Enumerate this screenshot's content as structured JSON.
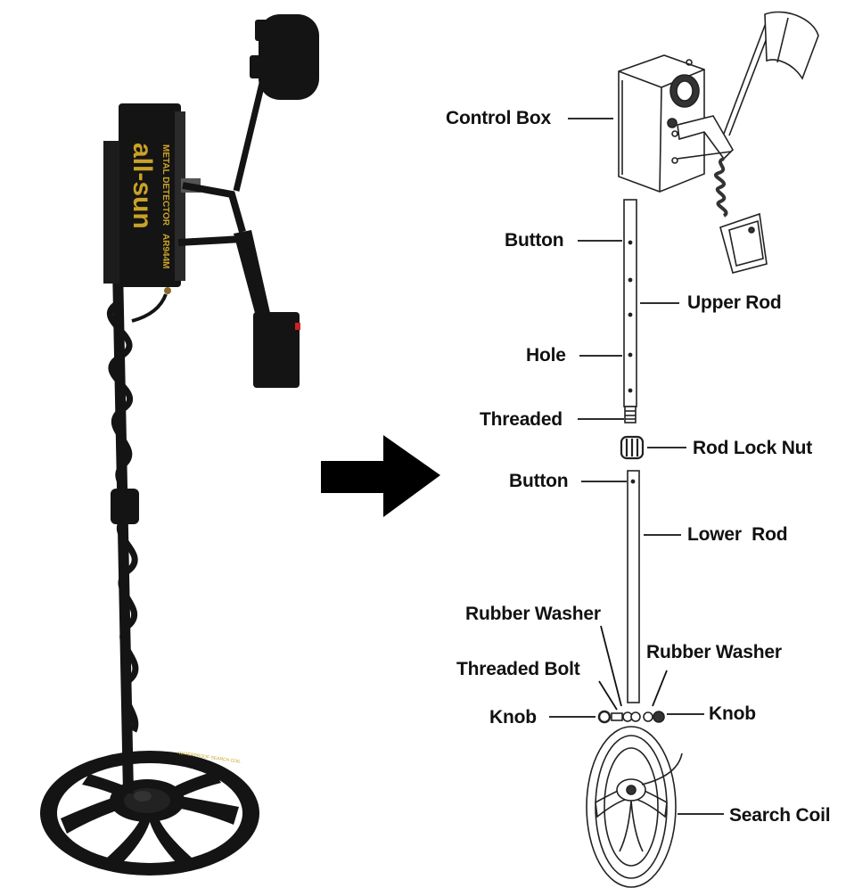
{
  "product": {
    "brand": "all-sun",
    "subtitle": "METAL DETECTOR",
    "model": "AR944M"
  },
  "coil_print": "WATERPROOF SEARCH COIL",
  "labels": {
    "control_box": "Control Box",
    "button_upper": "Button",
    "upper_rod": "Upper Rod",
    "hole": "Hole",
    "threaded": "Threaded",
    "rod_lock_nut": "Rod Lock Nut",
    "button_lower": "Button",
    "lower_rod": "Lower  Rod",
    "rubber_washer_left": "Rubber Washer",
    "rubber_washer_right": "Rubber Washer",
    "threaded_bolt": "Threaded Bolt",
    "knob_left": "Knob",
    "knob_right": "Knob",
    "search_coil": "Search Coil"
  },
  "colors": {
    "detector_body": "#141414",
    "brand_gold": "#c9a227",
    "arrow": "#000000",
    "line_art": "#222222"
  }
}
